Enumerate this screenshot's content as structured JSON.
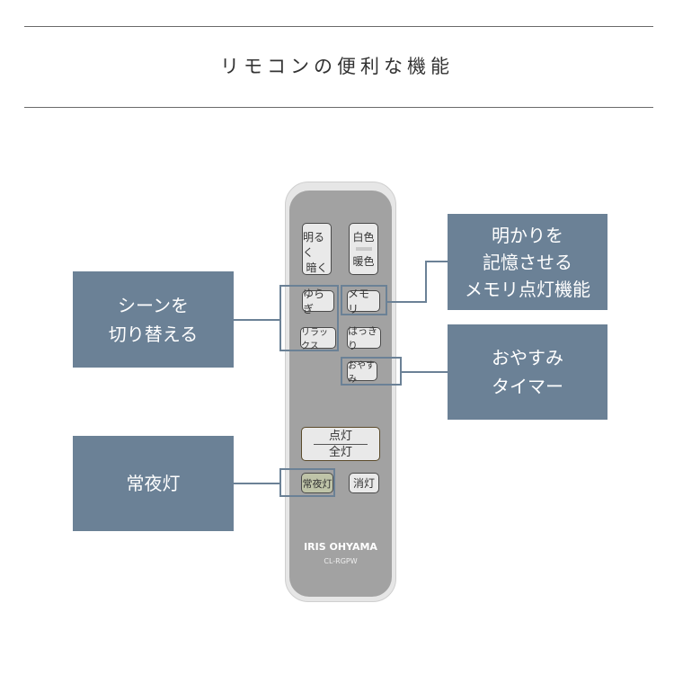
{
  "header": {
    "title": "リモコンの便利な機能"
  },
  "callouts": {
    "scene_switch": [
      "シーンを",
      "切り替える"
    ],
    "memory": [
      "明かりを",
      "記憶させる",
      "メモリ点灯機能"
    ],
    "sleep_timer": [
      "おやすみ",
      "タイマー"
    ],
    "night_light": [
      "常夜灯"
    ]
  },
  "remote": {
    "brightness": {
      "top": "明るく",
      "bottom": "暗く"
    },
    "color": {
      "top": "白色",
      "bottom": "暖色"
    },
    "yuragi": "ゆらぎ",
    "memory": "メモリ",
    "relax": "リラックス",
    "hakkiri": "はっきり",
    "oyasumi": "おやすみ",
    "power": {
      "top": "点灯",
      "bottom": "全灯"
    },
    "night": "常夜灯",
    "off": "消灯",
    "brand": "IRIS OHYAMA",
    "model": "CL-RGPW"
  },
  "colors": {
    "callout_bg": "#6b8196",
    "remote_body": "#a2a2a2"
  }
}
